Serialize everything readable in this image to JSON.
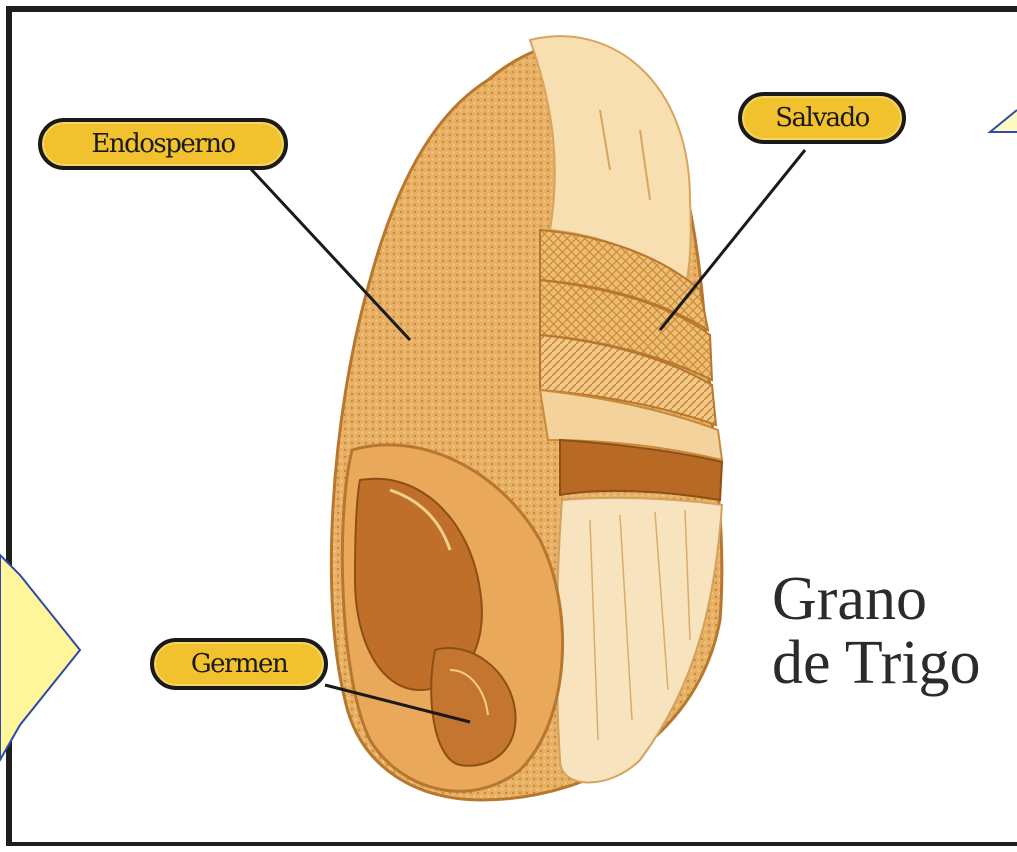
{
  "labels": {
    "endosperm": "Endosperno",
    "bran": "Salvado",
    "germ": "Germen"
  },
  "title": {
    "line1": "Grano",
    "line2": "de Trigo"
  },
  "colors": {
    "label_fill": "#f2c12e",
    "label_border": "#1a1a1a",
    "grain_light": "#f6d9a4",
    "grain_mid": "#e9b266",
    "grain_dark": "#b86a24",
    "star_fill": "#fff59a",
    "star_outline": "#2d4aa8"
  }
}
